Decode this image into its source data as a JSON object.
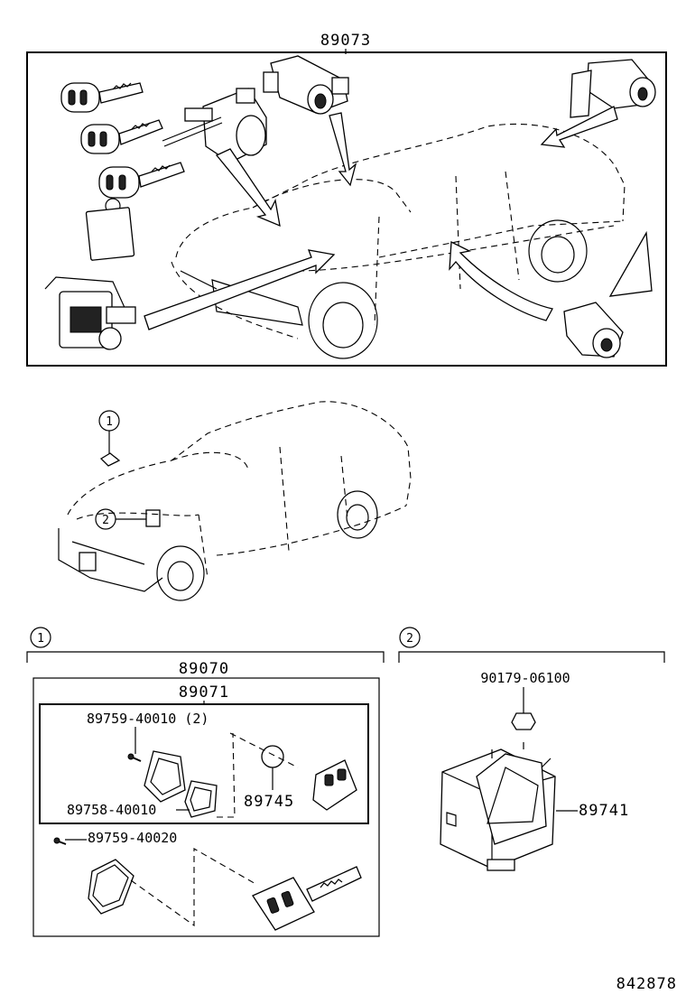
{
  "labels": {
    "top_assembly": "89073",
    "set_box": "89070",
    "inner_box": "89071",
    "screw_a": "89759-40010 (2)",
    "gasket": "89758-40010",
    "battery": "89745",
    "screw_b": "89759-40020",
    "bolt": "90179-06100",
    "receiver": "89741",
    "diagram_number": "842878"
  },
  "callouts": {
    "one": "1",
    "two": "2"
  },
  "icons": [
    "key-icon",
    "door-lock-cylinder-icon",
    "ignition-cylinder-icon",
    "transponder-amplifier-icon",
    "remote-transmitter-icon",
    "receiver-module-icon",
    "car-icon"
  ]
}
